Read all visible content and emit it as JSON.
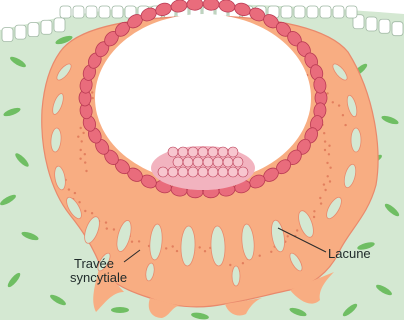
{
  "labels": {
    "lacune": "Lacune",
    "travee_line1": "Travée",
    "travee_line2": "syncytiale"
  },
  "colors": {
    "endometrium": "#d4e8d2",
    "trophoblast": "#f8ad82",
    "trophoblast_outline": "#e9896c",
    "lacuna_fill": "#d4e8d2",
    "cytotrophoblast_cell": "#e96c7c",
    "cell_outline": "#b93a53",
    "embryoblast": "#f2b3bf",
    "epithelium": "#ffffff",
    "stromal_cell": "#6fbe63",
    "leader_line": "#2b2b2b"
  },
  "icons": {
    "stromal_cells": "spindle-cell-icon",
    "epithelium": "columnar-epithelium",
    "cytotrophoblast": "cuboidal-cell-ring",
    "embryo": "cell-cluster"
  }
}
